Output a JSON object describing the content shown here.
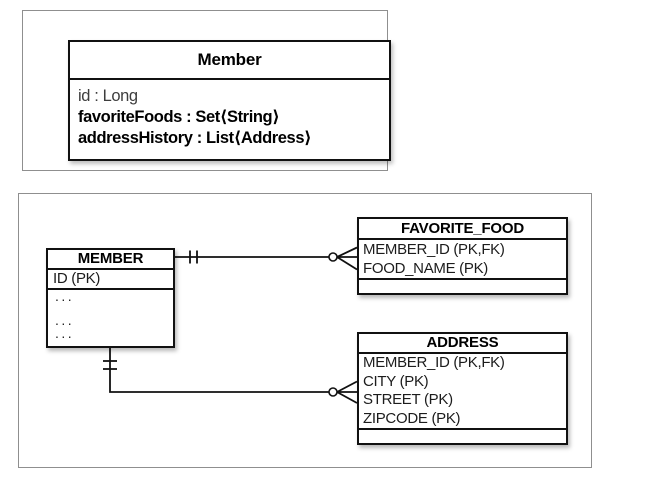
{
  "uml_class": {
    "title": "Member",
    "fields": [
      {
        "text": "id : Long"
      },
      {
        "text": "favoriteFoods : Set⟨String⟩"
      },
      {
        "text": "addressHistory : List⟨Address⟩"
      }
    ]
  },
  "erd": {
    "member_table": {
      "title": "MEMBER",
      "pk_row": "ID (PK)",
      "ellipsis_rows": [
        "...",
        "...",
        "..."
      ]
    },
    "favorite_food_table": {
      "title": "FAVORITE_FOOD",
      "rows": [
        "MEMBER_ID (PK,FK)",
        "FOOD_NAME (PK)"
      ]
    },
    "address_table": {
      "title": "ADDRESS",
      "rows": [
        "MEMBER_ID (PK,FK)",
        "CITY (PK)",
        "STREET (PK)",
        "ZIPCODE (PK)"
      ]
    },
    "relationships": [
      {
        "from": "MEMBER",
        "to": "FAVORITE_FOOD",
        "from_cardinality": "one-and-only-one",
        "to_cardinality": "zero-or-many"
      },
      {
        "from": "MEMBER",
        "to": "ADDRESS",
        "from_cardinality": "one-and-only-one",
        "to_cardinality": "zero-or-many"
      }
    ]
  },
  "colors": {
    "background": "#ffffff",
    "panel_border": "#8f8f8f",
    "table_border": "#111111",
    "connector": "#111111",
    "muted_text": "#3d3d3d",
    "text": "#000000"
  }
}
